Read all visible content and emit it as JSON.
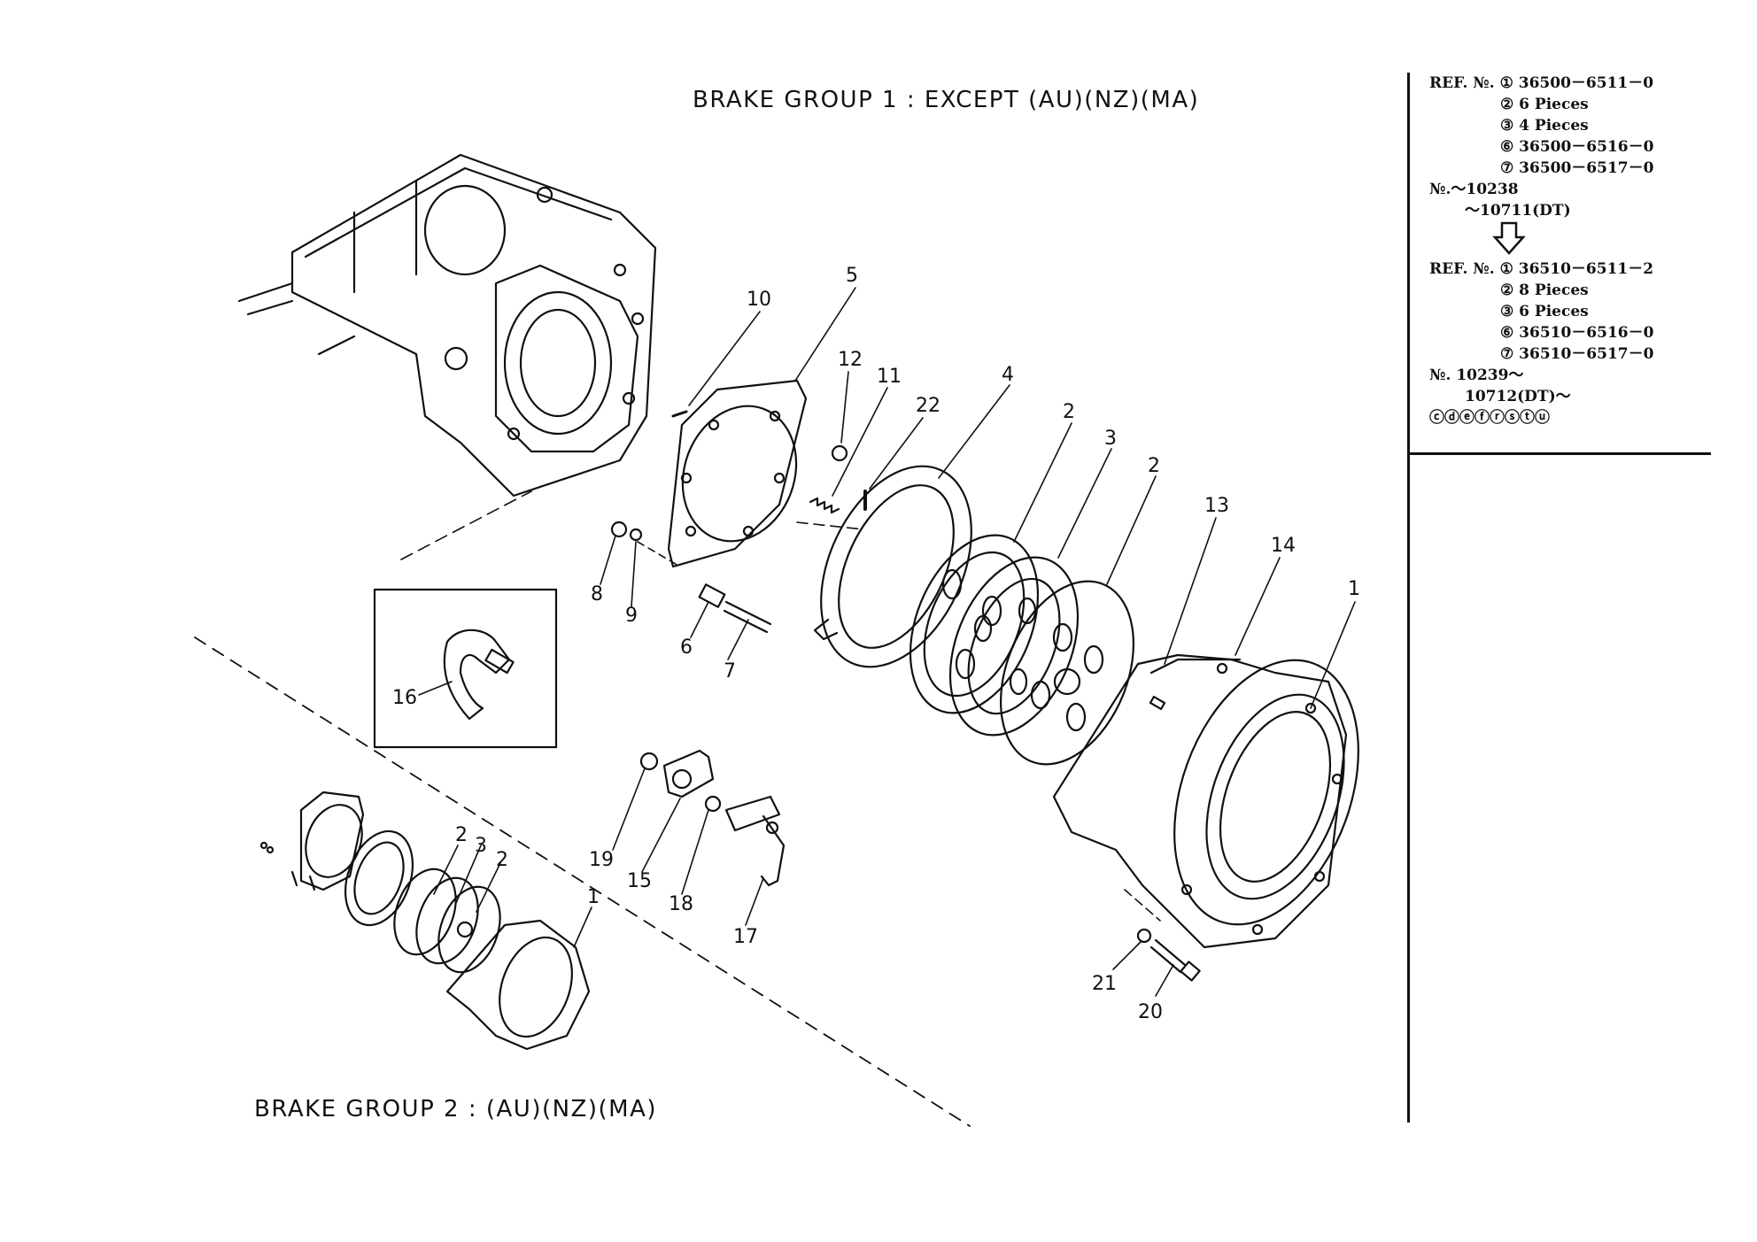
{
  "titles": {
    "group1": "BRAKE GROUP  1 : EXCEPT (AU)(NZ)(MA)",
    "group2": "BRAKE GROUP  2 : (AU)(NZ)(MA)"
  },
  "callouts": [
    "10",
    "5",
    "12",
    "11",
    "22",
    "4",
    "2",
    "3",
    "2",
    "13",
    "14",
    "1",
    "8",
    "9",
    "6",
    "7",
    "16",
    "19",
    "15",
    "18",
    "17",
    "2",
    "3",
    "2",
    "1",
    "21",
    "20"
  ],
  "sidebar": {
    "block1": {
      "ref_label": "REF. №.",
      "lines": [
        "① 36500－6511－0",
        "② 6 Pieces",
        "③ 4 Pieces",
        "⑥ 36500－6516－0",
        "⑦ 36500－6517－0"
      ],
      "serial_1": "№.～10238",
      "serial_2": "～10711(DT)"
    },
    "arrow_icon": "down-arrow-icon",
    "block2": {
      "ref_label": "REF. №.",
      "lines": [
        "① 36510－6511－2",
        "② 8 Pieces",
        "③ 6 Pieces",
        "⑥ 36510－6516－0",
        "⑦ 36510－6517－0"
      ],
      "serial_1": "№. 10239～",
      "serial_2": "10712(DT)～",
      "codes": "ⓒⓓⓔⓕⓡⓢⓣⓤ"
    }
  },
  "colors": {
    "ink": "#111111",
    "paper": "#ffffff"
  }
}
